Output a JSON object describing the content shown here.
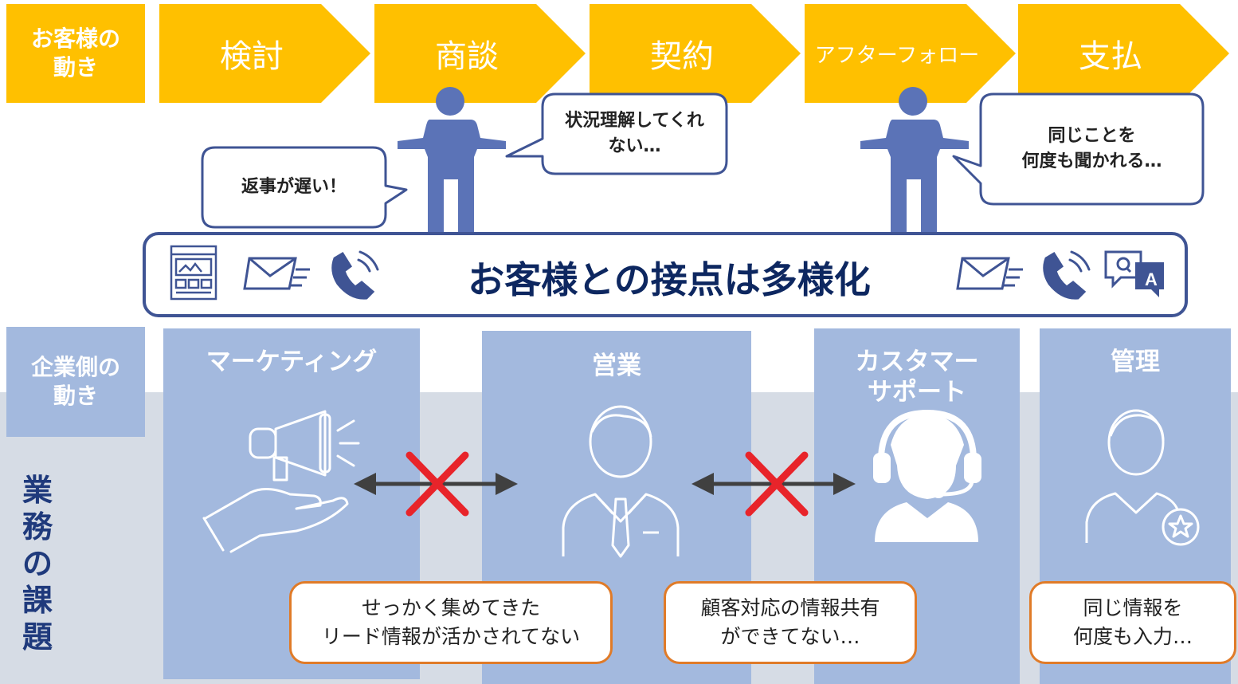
{
  "customer_side": {
    "label": "お客様の\n動き",
    "stages": [
      "検討",
      "商談",
      "契約",
      "アフターフォロー",
      "支払"
    ],
    "colors": {
      "stage": "#FFC000",
      "person": "#5b73b7"
    }
  },
  "bubbles": {
    "late_reply": "返事が遅い！",
    "not_understood": "状況理解してくれ\nない…",
    "asked_repeatedly": "同じことを\n何度も聞かれる…"
  },
  "contact_bar": {
    "title": "お客様との接点は多様化",
    "icons": [
      "web-page-icon",
      "mail-icon",
      "phone-icon",
      "mail-icon",
      "phone-icon",
      "qa-chat-icon"
    ]
  },
  "company_side": {
    "label": "企業側の\n動き",
    "task_label": "業\n務\nの\n課\n題",
    "departments": [
      {
        "name": "マーケティング",
        "icon": "megaphone-hand-icon"
      },
      {
        "name": "営業",
        "icon": "businessman-icon"
      },
      {
        "name": "カスタマー\nサポート",
        "icon": "headset-operator-icon"
      },
      {
        "name": "管理",
        "icon": "admin-star-icon"
      }
    ],
    "issues": [
      "せっかく集めてきた\nリード情報が活かされてない",
      "顧客対応の情報共有\nができてない…",
      "同じ情報を\n何度も入力…"
    ],
    "colors": {
      "panel": "#a3b9de",
      "band": "#d6dce5",
      "issue_border": "#e07b28",
      "cross": "#e8242a"
    }
  }
}
